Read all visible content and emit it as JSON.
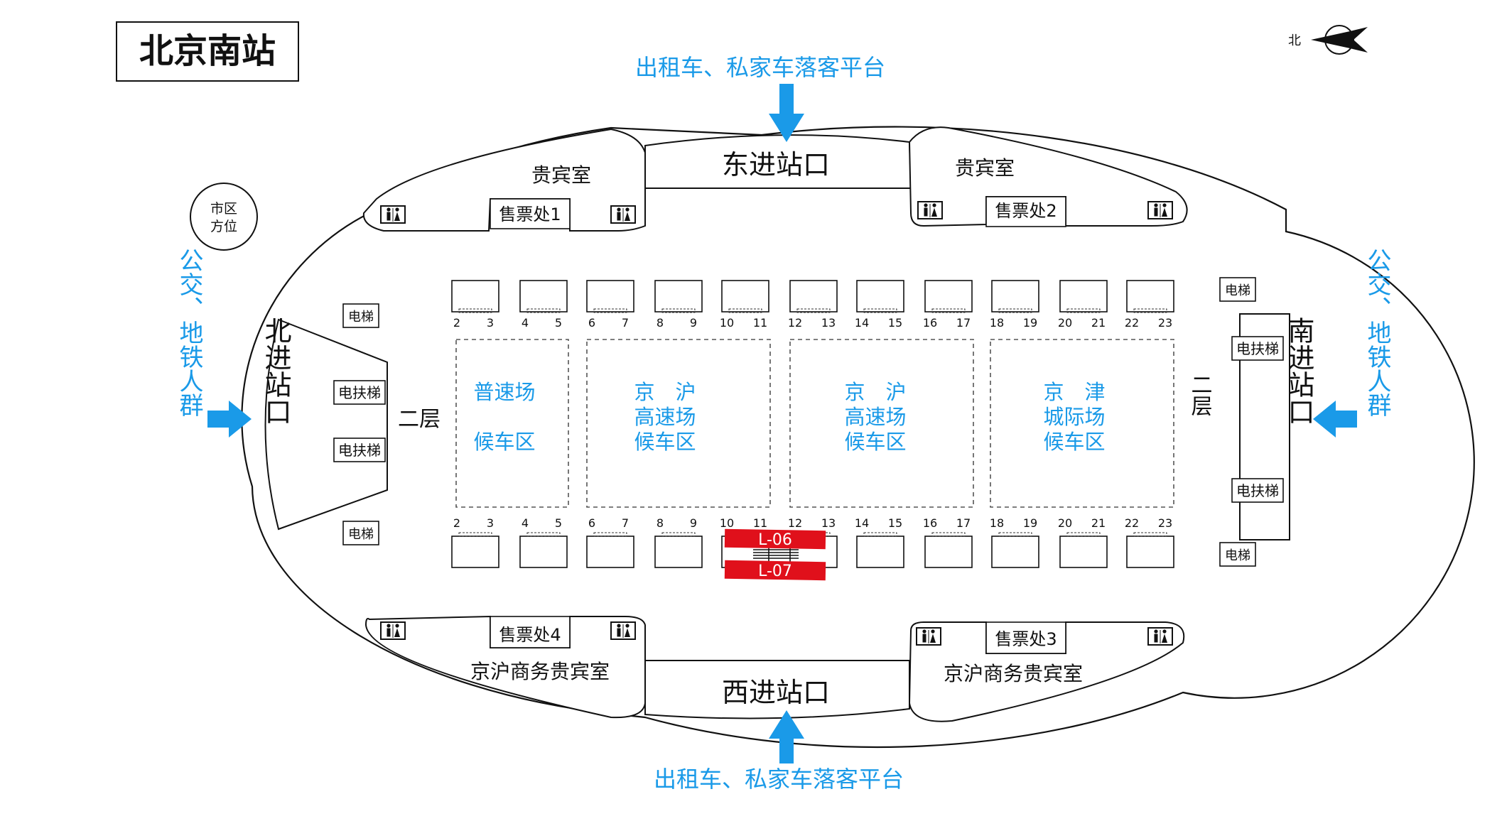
{
  "title": "北京南站",
  "compass": {
    "label": "北"
  },
  "city_direction": {
    "line1": "市区",
    "line2": "方位"
  },
  "entrances": {
    "east": "东进站口",
    "west": "西进站口",
    "north": "北进站口",
    "south": "南进站口"
  },
  "external": {
    "taxi_top": "出租车、私家车落客平台",
    "taxi_bottom": "出租车、私家车落客平台",
    "bus_left": "公交、地铁人群",
    "bus_right": "公交、地铁人群"
  },
  "vip": {
    "top_left": "贵宾室",
    "top_right": "贵宾室",
    "bottom_left": "京沪商务贵宾室",
    "bottom_right": "京沪商务贵宾室"
  },
  "ticket_offices": [
    "售票处1",
    "售票处2",
    "售票处3",
    "售票处4"
  ],
  "lifts": {
    "elevator": "电梯",
    "escalator": "电扶梯"
  },
  "floor_label": "二层",
  "waiting_zones": [
    {
      "line1": "普速场",
      "line2": "",
      "line3": "候车区"
    },
    {
      "line1": "京　沪",
      "line2": "高速场",
      "line3": "候车区"
    },
    {
      "line1": "京　沪",
      "line2": "高速场",
      "line3": "候车区"
    },
    {
      "line1": "京　津",
      "line2": "城际场",
      "line3": "候车区"
    }
  ],
  "gate_numbers": [
    "2",
    "3",
    "4",
    "5",
    "6",
    "7",
    "8",
    "9",
    "10",
    "11",
    "12",
    "13",
    "14",
    "15",
    "16",
    "17",
    "18",
    "19",
    "20",
    "21",
    "22",
    "23"
  ],
  "ad_spots": [
    "L-06",
    "L-07"
  ],
  "colors": {
    "accent_blue": "#1a9ae8",
    "ad_red": "#e0101b",
    "line": "#111111"
  },
  "icons": [
    "restroom-icon",
    "compass-arrow-icon",
    "blue-arrow-icon",
    "stair-icon"
  ]
}
